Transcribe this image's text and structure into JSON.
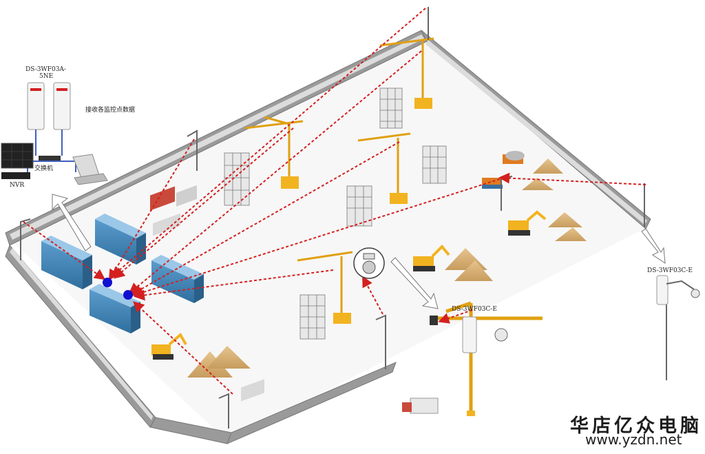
{
  "labels": {
    "ap_model_top": "DS-3WF03A-",
    "ap_model_top_suffix": "5NE",
    "receive_text": "接收各监控点数据",
    "switch_label": "交换机",
    "nvr_label": "NVR",
    "crane_ap_label": "DS-3WF03C-E",
    "right_ap_label": "DS-3WF03C-E"
  },
  "watermark": {
    "brand": "华店亿众电脑",
    "url": "www.yzdn.net"
  },
  "colors": {
    "link_line": "#d42020",
    "wall": "#8a8a8a",
    "building": "#3d7fb2",
    "crane": "#f2b320",
    "sand": "#d8b279",
    "hub_dot": "#1010d0"
  }
}
